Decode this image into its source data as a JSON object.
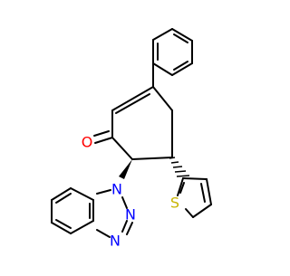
{
  "molecule": {
    "atom_labels": {
      "oxygen": "O",
      "sulfur": "S",
      "n1": "N",
      "n2": "N",
      "n3": "N"
    },
    "colors": {
      "bond": "#000000",
      "oxygen": "#ff0000",
      "sulfur": "#c8b400",
      "nitrogen": "#0000ff"
    },
    "stereo": {
      "c6_wedge": "bold",
      "c5_wedge": "hash"
    }
  }
}
